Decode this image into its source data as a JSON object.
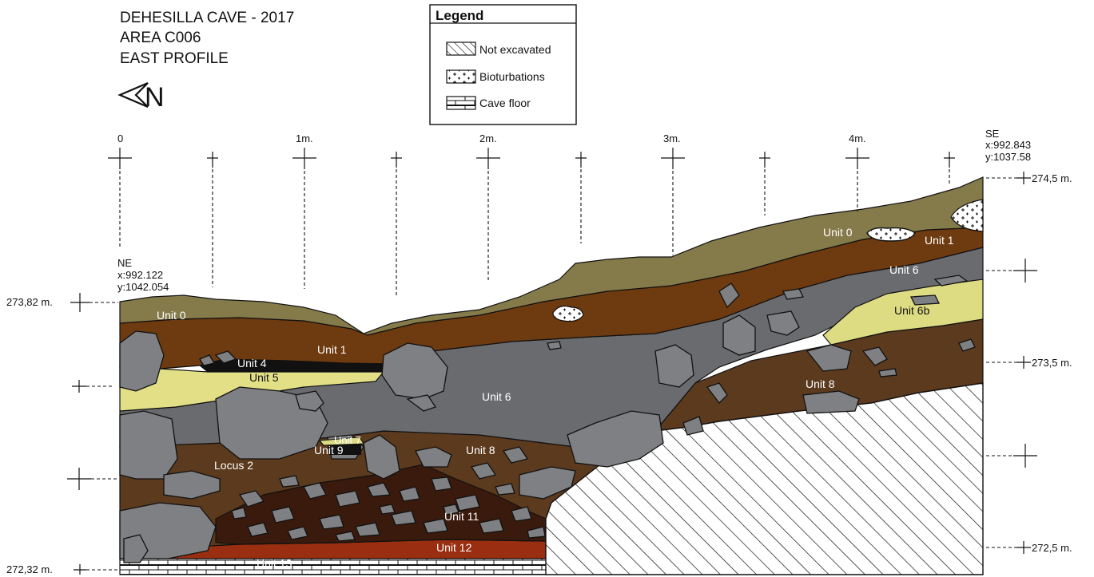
{
  "title": {
    "line1": "DEHESILLA CAVE - 2017",
    "line2": "AREA C006",
    "line3": "EAST PROFILE"
  },
  "north_arrow": {
    "label": "N",
    "icon": "north-arrow-icon"
  },
  "legend": {
    "title": "Legend",
    "items": [
      {
        "label": "Not excavated",
        "pattern": "diagonal-hatch"
      },
      {
        "label": "Bioturbations",
        "pattern": "plus-dots"
      },
      {
        "label": "Cave floor",
        "pattern": "brick"
      }
    ]
  },
  "scale": {
    "labels": [
      "0",
      "1m.",
      "2m.",
      "3m.",
      "4m."
    ]
  },
  "corners": {
    "ne": {
      "label": "NE",
      "x": "x:992.122",
      "y": "y:1042.054"
    },
    "se": {
      "label": "SE",
      "x": "x:992.843",
      "y": "y:1037.58"
    }
  },
  "elevations": {
    "left_top": "273,82 m.",
    "left_bottom": "272,32 m.",
    "right_top": "274,5 m.",
    "right_mid": "273,5 m.",
    "right_bottom": "272,5 m."
  },
  "units": {
    "unit0_left": "Unit 0",
    "unit0_right": "Unit 0",
    "unit1_left": "Unit 1",
    "unit1_right": "Unit 1",
    "unit4": "Unit 4",
    "unit5": "Unit 5",
    "unit6_center": "Unit 6",
    "unit6_right": "Unit 6",
    "unit6b": "Unit 6b",
    "unit7": "Unit 7",
    "unit8_center": "Unit 8",
    "unit8_right": "Unit 8",
    "unit9": "Unit 9",
    "locus2": "Locus 2",
    "unit11": "Unit 11",
    "unit12": "Unit 12",
    "unit13": "Unit 13"
  },
  "colors": {
    "unit0": "#857a4a",
    "unit1": "#6e3a0f",
    "unit4": "#111111",
    "unit5": "#e2df86",
    "unit6": "#6a6b6e",
    "unit6b": "#dedc82",
    "unit8": "#5c3a1e",
    "unit11": "#3a1a0c",
    "unit12": "#9a2e10",
    "rock": "#7f8083"
  }
}
